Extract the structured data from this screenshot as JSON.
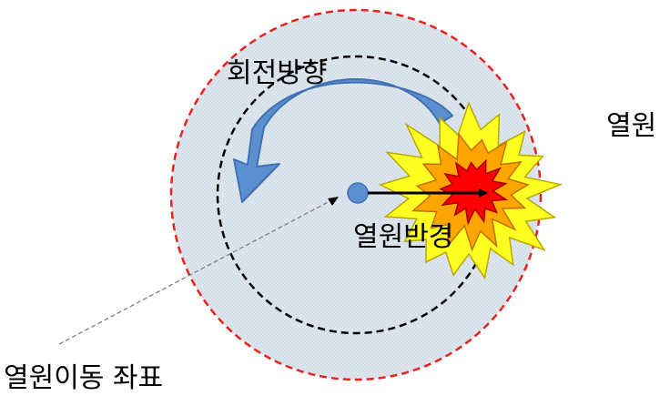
{
  "labels": {
    "rotation_direction": "회전방향",
    "heat_source": "열원",
    "heat_source_radius": "열원반경",
    "heat_source_coordinate": "열원이동 좌표"
  },
  "colors": {
    "outer_circle_stroke": "#e8221e",
    "outer_circle_fill": "#dde6ef",
    "inner_circle_stroke": "#000000",
    "rotation_arrow": "#5b8fd0",
    "center_dot": "#5b8fd0",
    "burst_outer": "#ffff22",
    "burst_middle": "#ffa500",
    "burst_inner": "#ff0000",
    "pointer_line": "#7f7f7f"
  },
  "icons": {
    "rotation": "curved-arrow-icon",
    "heat_source": "explosion-burst-icon"
  }
}
